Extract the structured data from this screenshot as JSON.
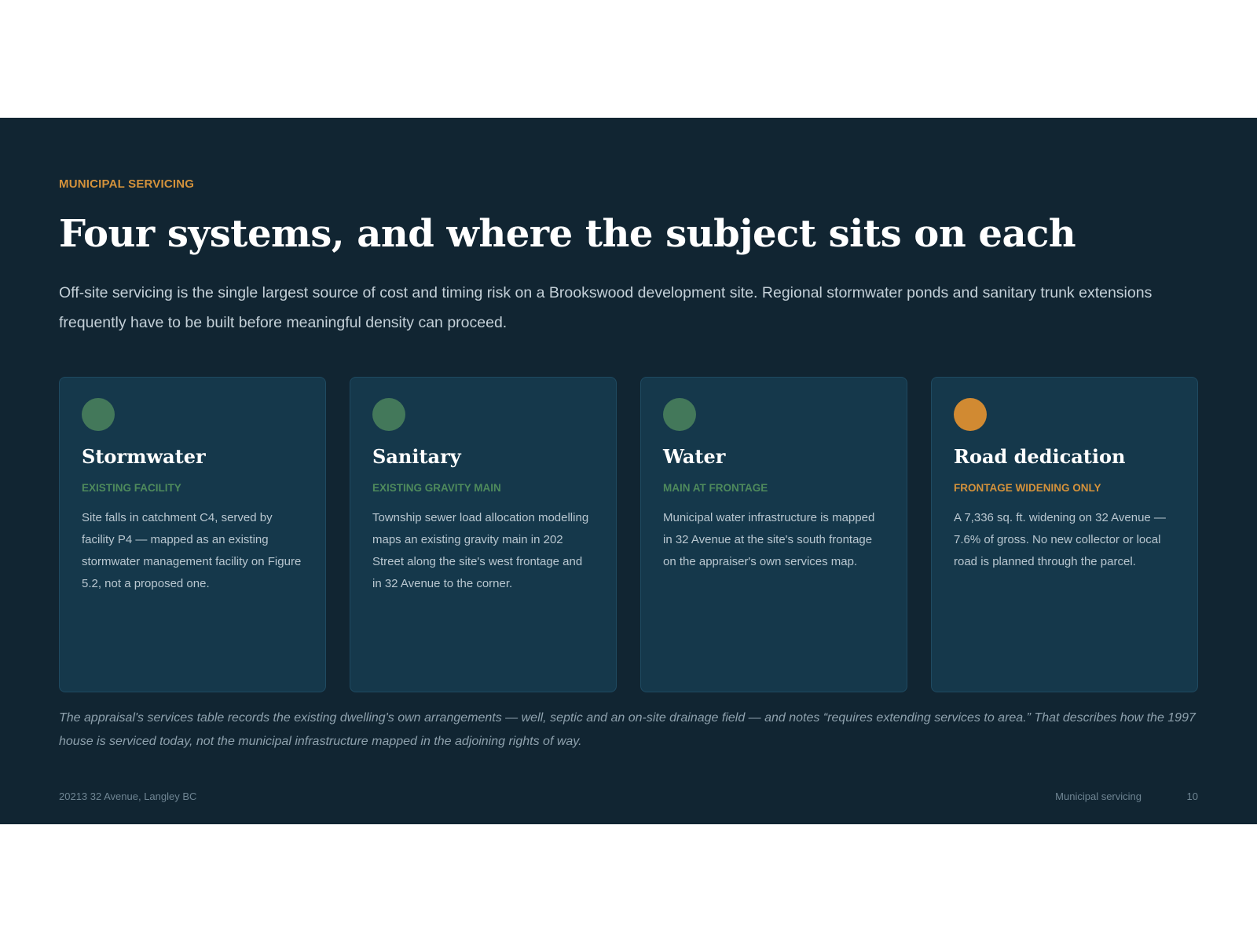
{
  "slide": {
    "kicker": "MUNICIPAL SERVICING",
    "title": "Four systems, and where the subject sits on each",
    "lede": "Off-site servicing is the single largest source of cost and timing risk on a Brookswood development site. Regional stormwater ponds and sanitary trunk extensions frequently have to be built before meaningful density can proceed."
  },
  "cards": [
    {
      "name": "Stormwater",
      "status": "EXISTING FACILITY",
      "status_color": "#4e8a5c",
      "dot_color": "#43785a",
      "body": "Site falls in catchment C4, served by facility P4 — mapped as an existing stormwater management facility on Figure 5.2, not a proposed one."
    },
    {
      "name": "Sanitary",
      "status": "EXISTING GRAVITY MAIN",
      "status_color": "#4e8a5c",
      "dot_color": "#43785a",
      "body": "Township sewer load allocation modelling maps an existing gravity main in 202 Street along the site's west frontage and in 32 Avenue to the corner."
    },
    {
      "name": "Water",
      "status": "MAIN AT FRONTAGE",
      "status_color": "#4e8a5c",
      "dot_color": "#43785a",
      "body": "Municipal water infrastructure is mapped in 32 Avenue at the site's south frontage on the appraiser's own services map."
    },
    {
      "name": "Road dedication",
      "status": "FRONTAGE WIDENING ONLY",
      "status_color": "#d4923b",
      "dot_color": "#d18a32",
      "body": "A 7,336 sq. ft. widening on 32 Avenue — 7.6% of gross. No new collector or local road is planned through the parcel."
    }
  ],
  "footnote": "The appraisal's services table records the existing dwelling's own arrangements — well, septic and an on-site drainage field — and notes “requires extending services to area.” That describes how the 1997 house is serviced today, not the municipal infrastructure mapped in the adjoining rights of way.",
  "footer": {
    "address": "20213 32 Avenue, Langley BC",
    "section": "Municipal servicing",
    "page": "10"
  }
}
